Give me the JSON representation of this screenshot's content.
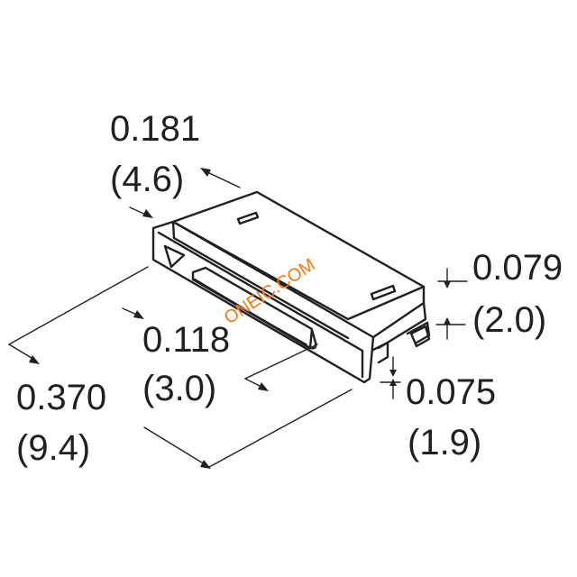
{
  "drawing": {
    "dimensions": {
      "depth": {
        "inch": "0.181",
        "mm": "(4.6)"
      },
      "height": {
        "inch": "0.079",
        "mm": "(2.0)"
      },
      "slot": {
        "inch": "0.118",
        "mm": "(3.0)"
      },
      "length": {
        "inch": "0.370",
        "mm": "(9.4)"
      },
      "lead": {
        "inch": "0.075",
        "mm": "(1.9)"
      }
    },
    "watermark": "ONEIC.COM"
  }
}
